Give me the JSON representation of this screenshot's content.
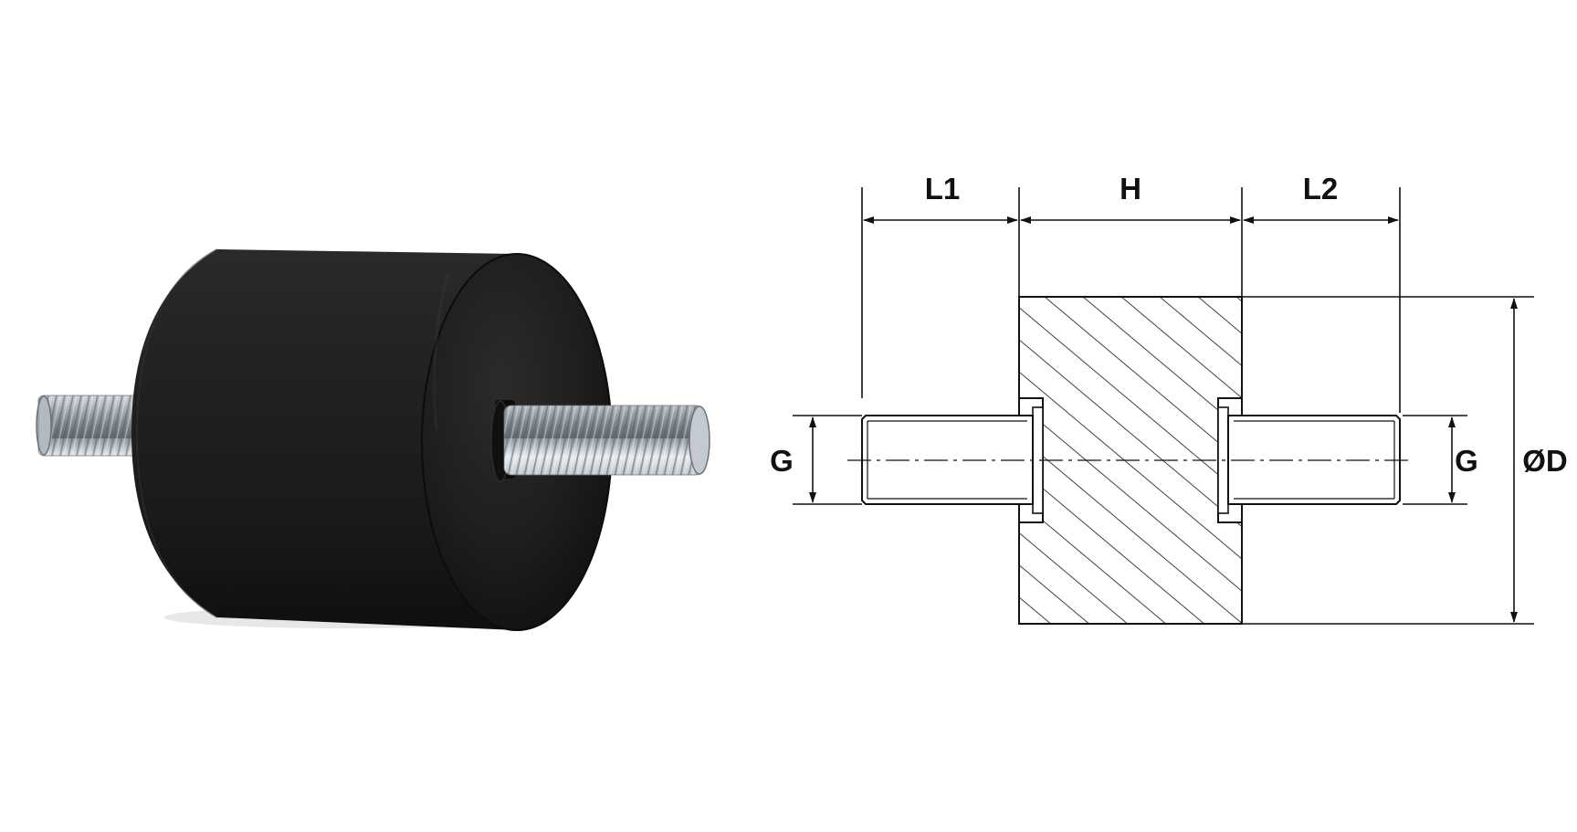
{
  "labels": {
    "l1": "L1",
    "h": "H",
    "l2": "L2",
    "g_left": "G",
    "g_right": "G",
    "od": "ØD"
  },
  "colors": {
    "background": "#ffffff",
    "line": "#111111",
    "rubber": "#1c1c1c",
    "rubber_face": "#161616",
    "steel": "#c9ced3"
  },
  "icons": {
    "photo": "rubber-mount-photo",
    "drawing": "technical-drawing"
  }
}
